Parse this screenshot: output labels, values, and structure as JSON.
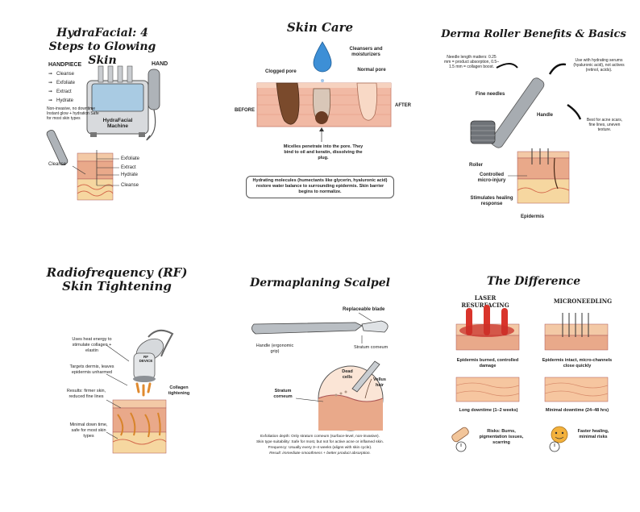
{
  "panels": {
    "hydrafacial": {
      "title": "HydraFacial: 4 Steps to Glowing Skin",
      "handpiece_label": "HANDPIECE",
      "hand_label": "HAND",
      "steps": [
        "Cleanse",
        "Exfoliate",
        "Extract",
        "Hydrate"
      ],
      "machine_label": "HydraFacial Machine",
      "note": "Non-invasive, no downtime Instant glow + hydration Safe for most skin types",
      "cleanse_label": "Cleanse",
      "layer_labels": [
        "Exfoliate",
        "Extract",
        "Hydrate",
        "Cleanse"
      ]
    },
    "skincare": {
      "title": "Skin Care",
      "cleansers": "Cleansers and moisturizers",
      "clogged": "Clogged pore",
      "normal": "Normal pore",
      "before": "BEFORE",
      "after": "AFTER",
      "micelles": "Micelles penetrate into the pore. They bind to oil and keratin, dissolving the plug.",
      "hydrating": "Hydrating molecules (humectants like glycerin, hyaluronic acid) restore water balance to surrounding epidermis. Skin barrier begins to normalize."
    },
    "dermaroller": {
      "title": "Derma Roller Benefits & Basics",
      "needle_length": "Needle length matters: 0.25 mm = product absorption, 0.5–1.5 mm = collagen boost.",
      "serums": "Use with hydrating serums (hyaluronic acid), not actives (retinol, acids).",
      "fine_needles": "Fine needles",
      "handle": "Handle",
      "best_for": "Best for acne scars, fine lines, uneven texture.",
      "roller": "Roller",
      "micro_injury": "Controlled micro-injury",
      "healing": "Stimulates healing response",
      "epidermis": "Epidermis"
    },
    "rf": {
      "title": "Radiofrequency (RF) Skin Tightening",
      "device_label": "RF DEVICE",
      "heat": "Uses heat energy to stimulate collagen + elastin",
      "targets": "Targets dermis, leaves epidermis unharmed",
      "collagen": "Collagen tightening",
      "results": "Results: firmer skin, reduced fine lines",
      "downtime": "Minimal down time, safe for most skin types"
    },
    "dermaplaning": {
      "title": "Dermaplaning Scalpel",
      "blade": "Replaceable blade",
      "handle": "Handle (ergonomic grip)",
      "stratum_top": "Stratum corneum",
      "dead_cells": "Dead cells",
      "vellus": "Vellus hair",
      "stratum_left": "Stratum corneum",
      "depth": "Exfoliation depth: Only stratum corneum (surface-level, non-invasive).",
      "suitability": "Skin type suitability: Safe for most, but not for active acne or inflamed skin.",
      "frequency": "Frequency: Usually every 3–4 weeks (aligns with skin cycle).",
      "result": "Result: immediate smoothness + better product absorption."
    },
    "difference": {
      "title": "The Difference",
      "laser_heading": "LASER RESURFACING",
      "micro_heading": "MICRONEEDLING",
      "laser_desc": "Epidermis burned, controlled damage",
      "micro_desc": "Epidermis intact, micro-channels close quickly",
      "laser_downtime": "Long downtime (1–2 weeks)",
      "micro_downtime": "Minimal downtime (24–48 hrs)",
      "laser_risks": "Risks: Burns, pigmentation issues, scarring",
      "micro_risks": "Faster healing, minimal risks"
    }
  },
  "colors": {
    "skin_top": "#f3c9a6",
    "skin_mid": "#e9a98a",
    "skin_deep": "#f6d7a0",
    "fat": "#f4d98a",
    "laser_red": "#d9342b",
    "droplet": "#3d8fd6",
    "metal": "#9aa0a6"
  }
}
